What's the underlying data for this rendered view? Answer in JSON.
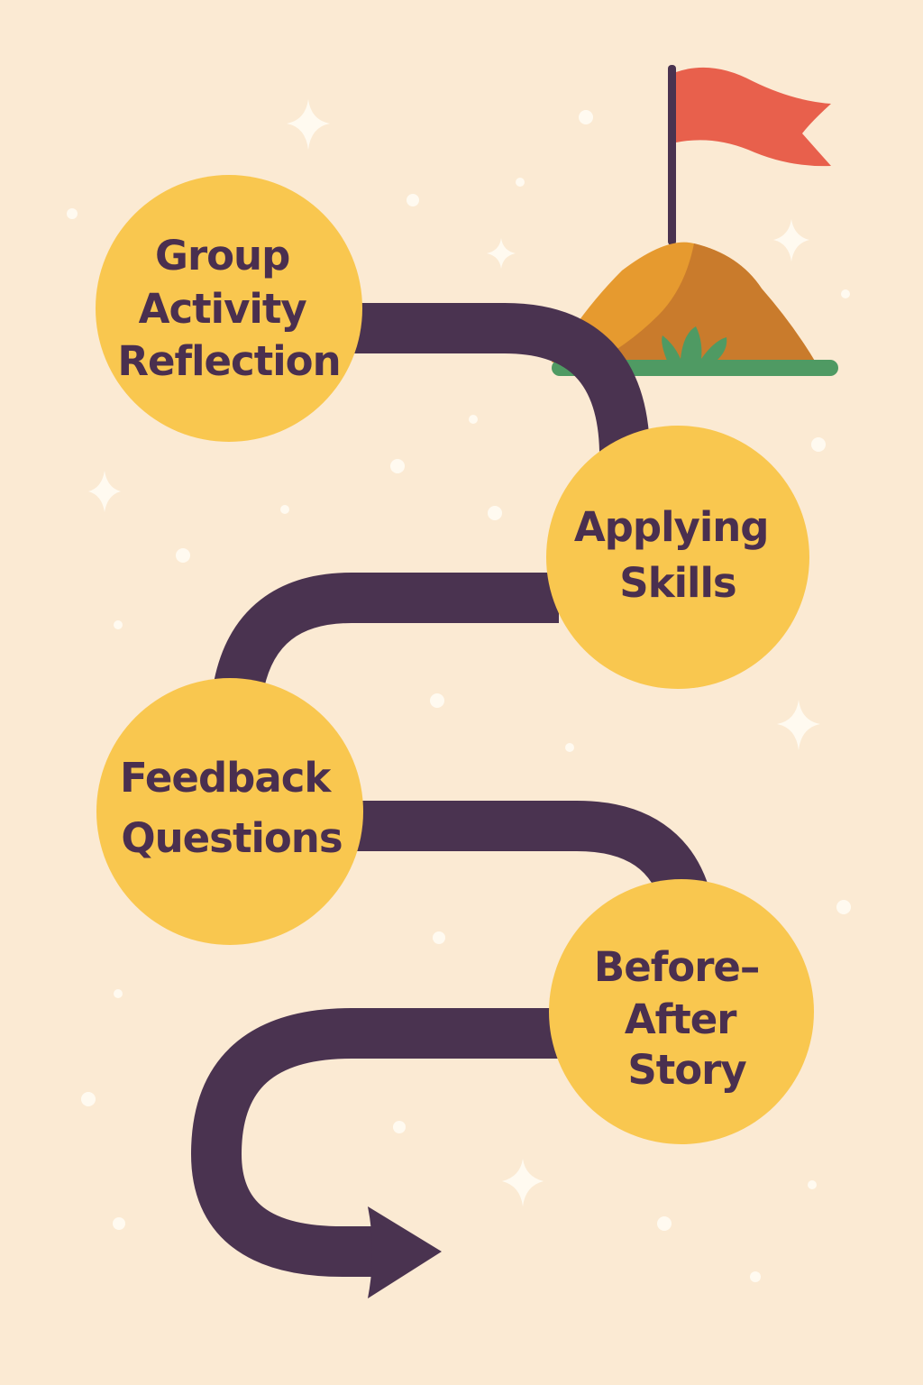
{
  "steps": [
    {
      "id": "step-1",
      "lines": [
        "Group",
        "Activity",
        "Reflection"
      ]
    },
    {
      "id": "step-2",
      "lines": [
        "Applying",
        "Skills"
      ]
    },
    {
      "id": "step-3",
      "lines": [
        "Feedback",
        "Questions"
      ]
    },
    {
      "id": "step-4",
      "lines": [
        "Before–",
        "After",
        "Story"
      ]
    }
  ],
  "colors": {
    "background": "#fbead3",
    "node_fill": "#f9c74f",
    "path": "#4a3350",
    "text": "#4a2f4f",
    "flag": "#e8604c",
    "hill_light": "#e69a2f",
    "hill_dark": "#c97b2c",
    "grass": "#4f9a63",
    "sparkle": "#fffaf0"
  },
  "icons": [
    "flag-icon",
    "hill-icon",
    "sparkle-icon",
    "arrow-head-icon"
  ]
}
